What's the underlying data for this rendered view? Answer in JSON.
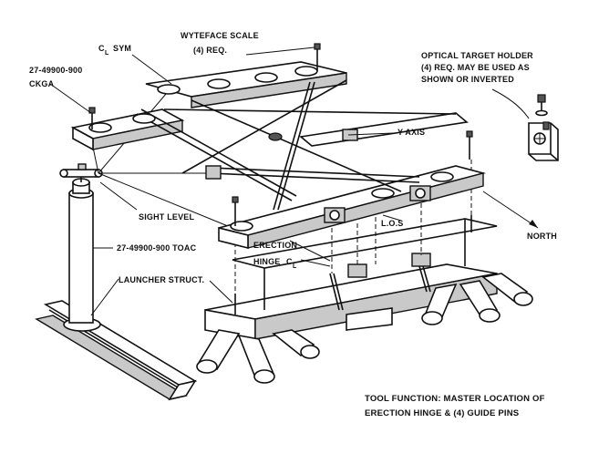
{
  "labels": {
    "wyteface_line1": "WYTEFACE SCALE",
    "wyteface_line2": "(4) REQ.",
    "cl_sym": "SYM",
    "cl_mark": "C",
    "cl_sub": "L",
    "ckga_line1": "27-49900-900",
    "ckga_line2": "CKGA",
    "optical_line1": "OPTICAL TARGET HOLDER",
    "optical_line2": "(4) REQ. MAY BE USED AS",
    "optical_line3": "SHOWN OR INVERTED",
    "y_axis": "Y AXIS",
    "sight_level": "SIGHT LEVEL",
    "los": "L.O.S",
    "north": "NORTH",
    "erection_line1": "ERECTION",
    "erection_line2": "HINGE",
    "toac": "27-49900-900 TOAC",
    "launcher": "LAUNCHER STRUCT.",
    "tool_function_line1": "TOOL FUNCTION:  MASTER LOCATION OF",
    "tool_function_line2": "ERECTION HINGE & (4) GUIDE PINS"
  }
}
